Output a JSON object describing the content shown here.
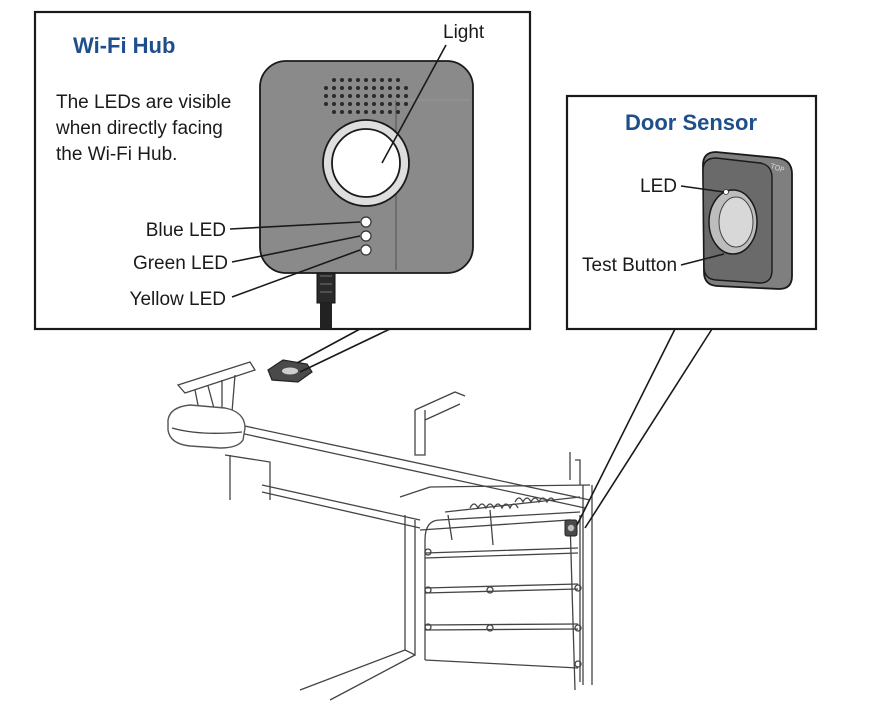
{
  "colors": {
    "title": "#1f4e8c",
    "hub_body": "#8a8a8a",
    "sensor_body": "#7f7f7f",
    "ink": "#1a1a1a"
  },
  "hub_panel": {
    "title": "Wi-Fi Hub",
    "description_lines": [
      "The LEDs are visible",
      "when directly facing",
      "the Wi-Fi Hub."
    ],
    "labels": {
      "light": "Light",
      "blue_led": "Blue LED",
      "green_led": "Green LED",
      "yellow_led": "Yellow LED"
    }
  },
  "sensor_panel": {
    "title": "Door Sensor",
    "labels": {
      "led": "LED",
      "test_button": "Test Button"
    },
    "case_marking": "TOP"
  }
}
